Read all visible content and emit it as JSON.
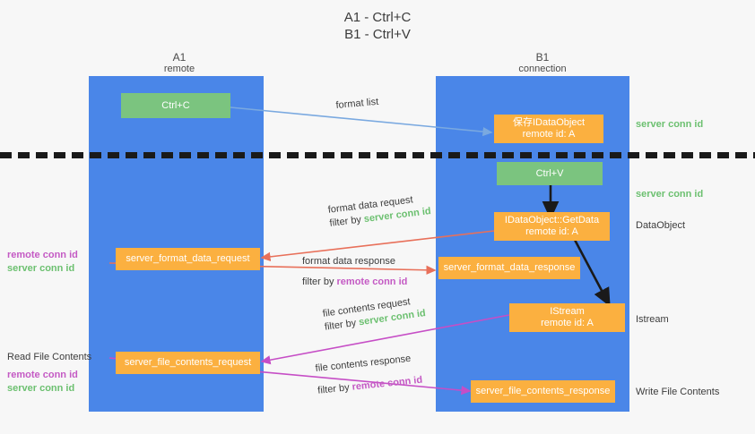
{
  "title": {
    "line1": "A1 - Ctrl+C",
    "line2": "B1 - Ctrl+V"
  },
  "columns": [
    {
      "name": "A1",
      "subtitle": "remote"
    },
    {
      "name": "B1",
      "subtitle": "connection"
    }
  ],
  "boxes": {
    "ctrl_c": {
      "line1": "Ctrl+C",
      "line2": ""
    },
    "save_idataobject": {
      "line1": "保存IDataObject",
      "line2": "remote id: A"
    },
    "ctrl_v": {
      "line1": "Ctrl+V",
      "line2": ""
    },
    "idataobject_getdata": {
      "line1": "IDataObject::GetData",
      "line2": "remote id: A"
    },
    "server_format_data_request": {
      "line1": "server_format_data_request",
      "line2": ""
    },
    "server_format_data_response": {
      "line1": "server_format_data_response",
      "line2": ""
    },
    "istream": {
      "line1": "IStream",
      "line2": "remote id: A"
    },
    "server_file_contents_request": {
      "line1": "server_file_contents_request",
      "line2": ""
    },
    "server_file_contents_response": {
      "line1": "server_file_contents_response",
      "line2": ""
    }
  },
  "right_labels": {
    "server_conn_id_top": "server conn id",
    "server_conn_id_second": "server conn id",
    "dataobject": "DataObject",
    "istream": "Istream",
    "write_file_contents": "Write File Contents"
  },
  "left_labels": {
    "remote_conn_id_1": "remote conn id",
    "server_conn_id_1": "server conn id",
    "read_file_contents": "Read File Contents",
    "remote_conn_id_2": "remote conn id",
    "server_conn_id_2": "server conn id"
  },
  "edge_labels": {
    "format_list": "format list",
    "format_data_request": {
      "line1": "format data request",
      "filter_prefix": "filter by ",
      "filter_value": "server conn id"
    },
    "format_data_response": {
      "line1": "format data response",
      "filter_prefix": "filter by ",
      "filter_value": "remote conn id"
    },
    "file_contents_request": {
      "line1": "file contents request",
      "filter_prefix": "filter by ",
      "filter_value": "server conn id"
    },
    "file_contents_response": {
      "line1": "file contents response",
      "filter_prefix": "filter by ",
      "filter_value": "remote conn id"
    }
  },
  "colors": {
    "lane": "#4a86e8",
    "box_green": "#7bc47f",
    "box_orange": "#fbb040",
    "conn_green": "#6cc070",
    "conn_purple": "#c45ac4",
    "arrow_blue": "#7aa9e0",
    "arrow_red": "#e8705a",
    "arrow_magenta": "#c64ec6",
    "arrow_black": "#1a1a1a",
    "background": "#f7f7f7"
  }
}
